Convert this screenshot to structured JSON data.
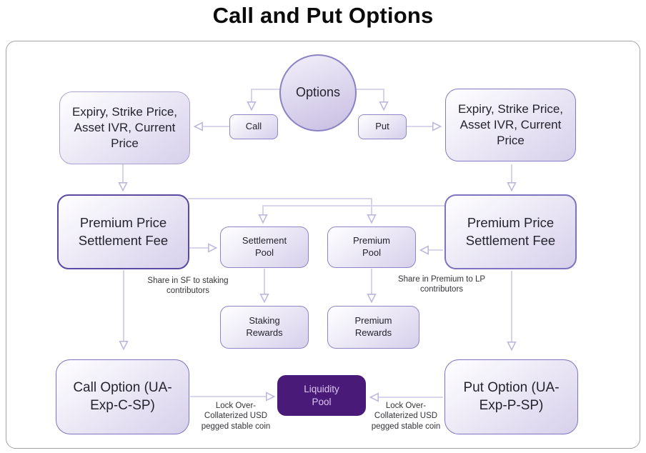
{
  "title": "Call and Put Options",
  "diagram": {
    "nodes": {
      "options": "Options",
      "call": "Call",
      "put": "Put",
      "expiry_left": "Expiry, Strike Price, Asset IVR, Current Price",
      "expiry_right": "Expiry, Strike Price, Asset IVR, Current Price",
      "ppsf_left": "Premium Price Settlement Fee",
      "ppsf_right": "Premium Price Settlement Fee",
      "settlement_pool": "Settlement Pool",
      "premium_pool": "Premium Pool",
      "staking_rewards": "Staking Rewards",
      "premium_rewards": "Premium Rewards",
      "call_option": "Call Option (UA-Exp-C-SP)",
      "put_option": "Put Option (UA-Exp-P-SP)",
      "liquidity_pool": "Liquidity Pool"
    },
    "captions": {
      "share_sf": "Share in SF to staking contributors",
      "share_premium": "Share in Premium to LP contributors",
      "lock_left": "Lock Over-Collaterized USD pegged stable coin",
      "lock_right": "Lock Over-Collaterized USD pegged stable coin"
    },
    "colors": {
      "node_border": "#8d85c6",
      "node_border_strong": "#5b4aa0",
      "connector": "#ccc7e6",
      "liquidity_fill": "#4a1a78",
      "liquidity_text": "#dcc6f0",
      "canvas_border": "#a3a3a6"
    }
  }
}
